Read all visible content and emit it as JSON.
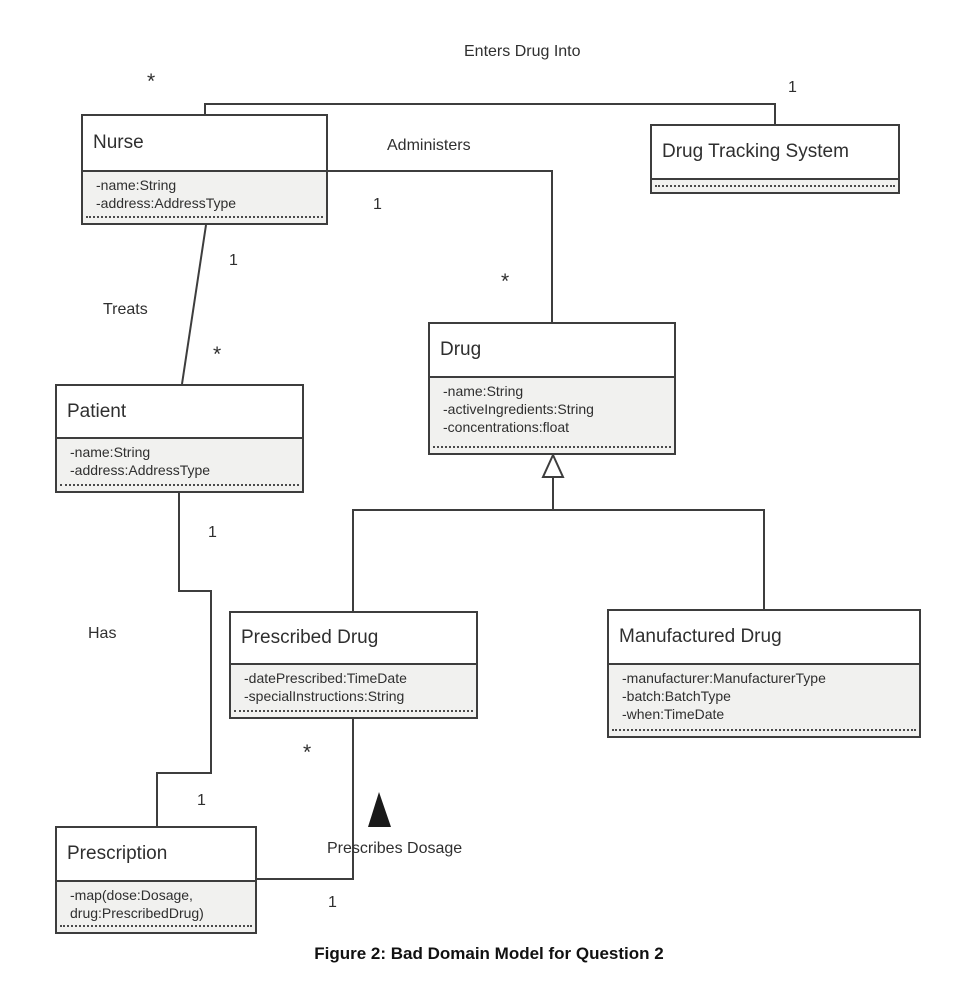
{
  "figure": {
    "caption": "Figure 2: Bad Domain Model for Question 2"
  },
  "colors": {
    "box_border": "#3d3d3d",
    "line": "#3d3d3d",
    "attribute_compartment_fill": "#f1f1ef",
    "box_fill": "#ffffff",
    "direction_triangle_fill": "#1a1a1a"
  },
  "classes": [
    {
      "name": "Nurse",
      "attributes": [
        "-name:String",
        "-address:AddressType"
      ]
    },
    {
      "name": "Drug Tracking System",
      "attributes": []
    },
    {
      "name": "Patient",
      "attributes": [
        "-name:String",
        "-address:AddressType"
      ]
    },
    {
      "name": "Drug",
      "attributes": [
        "-name:String",
        "-activeIngredients:String",
        "-concentrations:float"
      ]
    },
    {
      "name": "Prescribed Drug",
      "attributes": [
        "-datePrescribed:TimeDate",
        "-specialInstructions:String"
      ]
    },
    {
      "name": "Manufactured Drug",
      "attributes": [
        "-manufacturer:ManufacturerType",
        "-batch:BatchType",
        "-when:TimeDate"
      ]
    },
    {
      "name": "Prescription",
      "attributes": [
        "-map(dose:Dosage,",
        "drug:PrescribedDrug)"
      ]
    }
  ],
  "associations": [
    {
      "name": "Enters Drug Into",
      "from": "Nurse",
      "to": "Drug Tracking System",
      "from_multiplicity": "*",
      "to_multiplicity": "1"
    },
    {
      "name": "Administers",
      "from": "Nurse",
      "to": "Drug",
      "from_multiplicity": "1",
      "to_multiplicity": "*"
    },
    {
      "name": "Treats",
      "from": "Nurse",
      "to": "Patient",
      "from_multiplicity": "1",
      "to_multiplicity": "*"
    },
    {
      "name": "Has",
      "from": "Patient",
      "to": "Prescription",
      "from_multiplicity": "1",
      "to_multiplicity": "1"
    },
    {
      "name": "Prescribes Dosage",
      "from": "Prescribed Drug",
      "to": "Prescription",
      "from_multiplicity": "*",
      "to_multiplicity": "1"
    }
  ],
  "generalization": {
    "parent": "Drug",
    "children": [
      "Prescribed Drug",
      "Manufactured Drug"
    ]
  }
}
